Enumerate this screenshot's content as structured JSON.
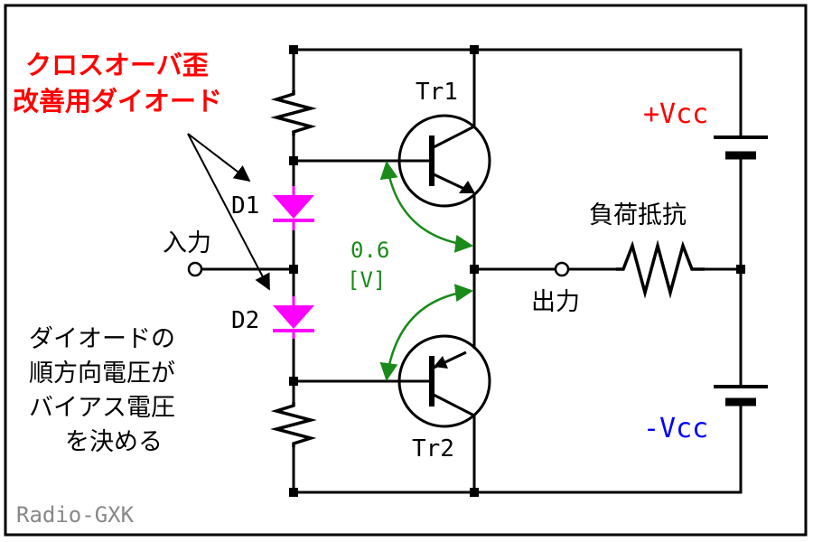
{
  "colors": {
    "diode": "#ff00ff",
    "annotation_red": "#ff0000",
    "plus_vcc": "#ff0000",
    "minus_vcc": "#0000ff",
    "angle_green": "#1a8a1a",
    "watermark": "#888888",
    "frame": "#000000"
  },
  "labels": {
    "tr1": "Tr1",
    "tr2": "Tr2",
    "d1": "D1",
    "d2": "D2",
    "input": "入力",
    "output": "出力",
    "load": "負荷抵抗",
    "plus_vcc": "+Vcc",
    "minus_vcc": "-Vcc",
    "vbe_value": "0.6",
    "vbe_unit": "[V]"
  },
  "annotation_top": {
    "line1": "クロスオーバ歪",
    "line2": "改善用ダイオード"
  },
  "annotation_bottom": {
    "line1": "ダイオードの",
    "line2": "順方向電圧が",
    "line3": "バイアス電圧",
    "line4": "を決める"
  },
  "watermark": "Radio-GXK"
}
